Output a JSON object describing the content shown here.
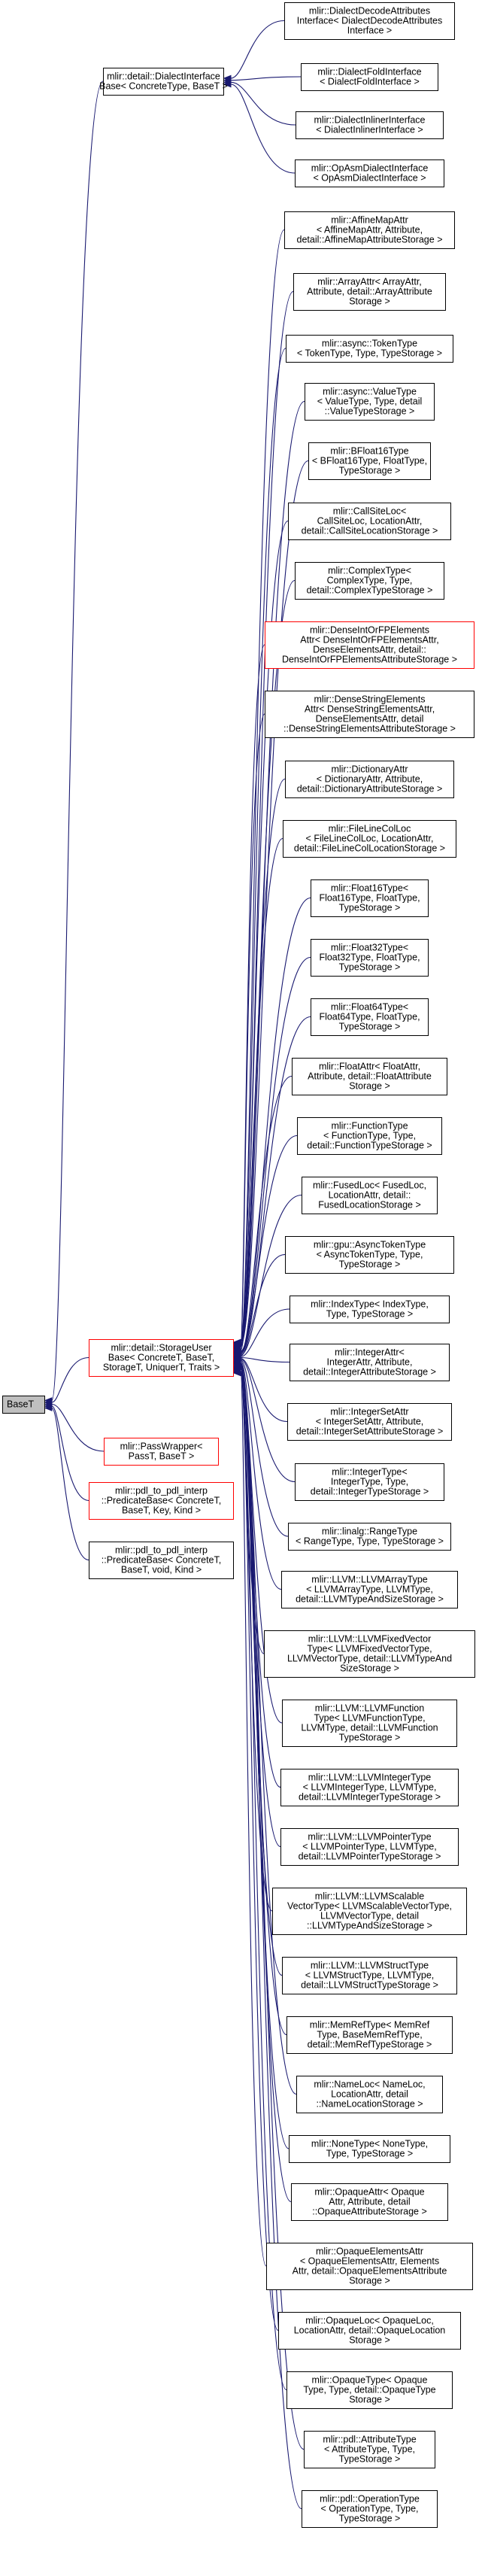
{
  "root": {
    "id": "root",
    "lines": [
      "BaseT"
    ]
  },
  "nodes": [
    {
      "id": "dialect-iface",
      "lines": [
        "mlir::detail::DialectInterface",
        "Base< ConcreteType, BaseT >"
      ],
      "red": false
    },
    {
      "id": "storage-user",
      "lines": [
        "mlir::detail::StorageUser",
        "Base< ConcreteT, BaseT,",
        "StorageT, UniquerT, Traits >"
      ],
      "red": true
    },
    {
      "id": "pass-wrapper",
      "lines": [
        "mlir::PassWrapper<",
        "PassT, BaseT >"
      ],
      "red": true
    },
    {
      "id": "pdl-pred-key",
      "lines": [
        "mlir::pdl_to_pdl_interp",
        "::PredicateBase< ConcreteT,",
        "BaseT, Key, Kind >"
      ],
      "red": true
    },
    {
      "id": "pdl-pred-void",
      "lines": [
        "mlir::pdl_to_pdl_interp",
        "::PredicateBase< ConcreteT,",
        "BaseT, void, Kind >"
      ],
      "red": false
    },
    {
      "id": "d1",
      "lines": [
        "mlir::DialectDecodeAttributes",
        "Interface< DialectDecodeAttributes",
        "Interface >"
      ],
      "red": false
    },
    {
      "id": "d2",
      "lines": [
        "mlir::DialectFoldInterface",
        "< DialectFoldInterface >"
      ],
      "red": false
    },
    {
      "id": "d3",
      "lines": [
        "mlir::DialectInlinerInterface",
        "< DialectInlinerInterface >"
      ],
      "red": false
    },
    {
      "id": "d4",
      "lines": [
        "mlir::OpAsmDialectInterface",
        "< OpAsmDialectInterface >"
      ],
      "red": false
    },
    {
      "id": "s1",
      "lines": [
        "mlir::AffineMapAttr",
        "< AffineMapAttr, Attribute,",
        "detail::AffineMapAttributeStorage >"
      ],
      "red": false
    },
    {
      "id": "s2",
      "lines": [
        "mlir::ArrayAttr< ArrayAttr,",
        "Attribute, detail::ArrayAttribute",
        "Storage >"
      ],
      "red": false
    },
    {
      "id": "s3",
      "lines": [
        "mlir::async::TokenType",
        "< TokenType, Type, TypeStorage >"
      ],
      "red": false
    },
    {
      "id": "s4",
      "lines": [
        "mlir::async::ValueType",
        "< ValueType, Type, detail",
        "::ValueTypeStorage >"
      ],
      "red": false
    },
    {
      "id": "s5",
      "lines": [
        "mlir::BFloat16Type",
        "< BFloat16Type, FloatType,",
        "TypeStorage >"
      ],
      "red": false
    },
    {
      "id": "s6",
      "lines": [
        "mlir::CallSiteLoc<",
        "CallSiteLoc, LocationAttr,",
        "detail::CallSiteLocationStorage >"
      ],
      "red": false
    },
    {
      "id": "s7",
      "lines": [
        "mlir::ComplexType<",
        "ComplexType, Type,",
        "detail::ComplexTypeStorage >"
      ],
      "red": false
    },
    {
      "id": "s8",
      "lines": [
        "mlir::DenseIntOrFPElements",
        "Attr< DenseIntOrFPElementsAttr,",
        "DenseElementsAttr, detail::",
        "DenseIntOrFPElementsAttributeStorage >"
      ],
      "red": true
    },
    {
      "id": "s9",
      "lines": [
        "mlir::DenseStringElements",
        "Attr< DenseStringElementsAttr,",
        "DenseElementsAttr, detail",
        "::DenseStringElementsAttributeStorage >"
      ],
      "red": false
    },
    {
      "id": "s10",
      "lines": [
        "mlir::DictionaryAttr",
        "< DictionaryAttr, Attribute,",
        "detail::DictionaryAttributeStorage >"
      ],
      "red": false
    },
    {
      "id": "s11",
      "lines": [
        "mlir::FileLineColLoc",
        "< FileLineColLoc, LocationAttr,",
        "detail::FileLineColLocationStorage >"
      ],
      "red": false
    },
    {
      "id": "s12",
      "lines": [
        "mlir::Float16Type<",
        "Float16Type, FloatType,",
        "TypeStorage >"
      ],
      "red": false
    },
    {
      "id": "s13",
      "lines": [
        "mlir::Float32Type<",
        "Float32Type, FloatType,",
        "TypeStorage >"
      ],
      "red": false
    },
    {
      "id": "s14",
      "lines": [
        "mlir::Float64Type<",
        "Float64Type, FloatType,",
        "TypeStorage >"
      ],
      "red": false
    },
    {
      "id": "s15",
      "lines": [
        "mlir::FloatAttr< FloatAttr,",
        "Attribute, detail::FloatAttribute",
        "Storage >"
      ],
      "red": false
    },
    {
      "id": "s16",
      "lines": [
        "mlir::FunctionType",
        "< FunctionType, Type,",
        "detail::FunctionTypeStorage >"
      ],
      "red": false
    },
    {
      "id": "s17",
      "lines": [
        "mlir::FusedLoc< FusedLoc,",
        "LocationAttr, detail::",
        "FusedLocationStorage >"
      ],
      "red": false
    },
    {
      "id": "s18",
      "lines": [
        "mlir::gpu::AsyncTokenType",
        "< AsyncTokenType, Type,",
        "TypeStorage >"
      ],
      "red": false
    },
    {
      "id": "s19",
      "lines": [
        "mlir::IndexType< IndexType,",
        "Type, TypeStorage >"
      ],
      "red": false
    },
    {
      "id": "s20",
      "lines": [
        "mlir::IntegerAttr<",
        "IntegerAttr, Attribute,",
        "detail::IntegerAttributeStorage >"
      ],
      "red": false
    },
    {
      "id": "s21",
      "lines": [
        "mlir::IntegerSetAttr",
        "< IntegerSetAttr, Attribute,",
        "detail::IntegerSetAttributeStorage >"
      ],
      "red": false
    },
    {
      "id": "s22",
      "lines": [
        "mlir::IntegerType<",
        "IntegerType, Type,",
        "detail::IntegerTypeStorage >"
      ],
      "red": false
    },
    {
      "id": "s23",
      "lines": [
        "mlir::linalg::RangeType",
        "< RangeType, Type, TypeStorage >"
      ],
      "red": false
    },
    {
      "id": "s24",
      "lines": [
        "mlir::LLVM::LLVMArrayType",
        "< LLVMArrayType, LLVMType,",
        "detail::LLVMTypeAndSizeStorage >"
      ],
      "red": false
    },
    {
      "id": "s25",
      "lines": [
        "mlir::LLVM::LLVMFixedVector",
        "Type< LLVMFixedVectorType,",
        "LLVMVectorType, detail::LLVMTypeAnd",
        "SizeStorage >"
      ],
      "red": false
    },
    {
      "id": "s26",
      "lines": [
        "mlir::LLVM::LLVMFunction",
        "Type< LLVMFunctionType,",
        "LLVMType, detail::LLVMFunction",
        "TypeStorage >"
      ],
      "red": false
    },
    {
      "id": "s27",
      "lines": [
        "mlir::LLVM::LLVMIntegerType",
        "< LLVMIntegerType, LLVMType,",
        "detail::LLVMIntegerTypeStorage >"
      ],
      "red": false
    },
    {
      "id": "s28",
      "lines": [
        "mlir::LLVM::LLVMPointerType",
        "< LLVMPointerType, LLVMType,",
        "detail::LLVMPointerTypeStorage >"
      ],
      "red": false
    },
    {
      "id": "s29",
      "lines": [
        "mlir::LLVM::LLVMScalable",
        "VectorType< LLVMScalableVectorType,",
        "LLVMVectorType, detail",
        "::LLVMTypeAndSizeStorage >"
      ],
      "red": false
    },
    {
      "id": "s30",
      "lines": [
        "mlir::LLVM::LLVMStructType",
        "< LLVMStructType, LLVMType,",
        "detail::LLVMStructTypeStorage >"
      ],
      "red": false
    },
    {
      "id": "s31",
      "lines": [
        "mlir::MemRefType< MemRef",
        "Type, BaseMemRefType,",
        "detail::MemRefTypeStorage >"
      ],
      "red": false
    },
    {
      "id": "s32",
      "lines": [
        "mlir::NameLoc< NameLoc,",
        "LocationAttr, detail",
        "::NameLocationStorage >"
      ],
      "red": false
    },
    {
      "id": "s33",
      "lines": [
        "mlir::NoneType< NoneType,",
        "Type, TypeStorage >"
      ],
      "red": false
    },
    {
      "id": "s34",
      "lines": [
        "mlir::OpaqueAttr< Opaque",
        "Attr, Attribute, detail",
        "::OpaqueAttributeStorage >"
      ],
      "red": false
    },
    {
      "id": "s35",
      "lines": [
        "mlir::OpaqueElementsAttr",
        "< OpaqueElementsAttr, Elements",
        "Attr, detail::OpaqueElementsAttribute",
        "Storage >"
      ],
      "red": false
    },
    {
      "id": "s36",
      "lines": [
        "mlir::OpaqueLoc< OpaqueLoc,",
        "LocationAttr, detail::OpaqueLocation",
        "Storage >"
      ],
      "red": false
    },
    {
      "id": "s37",
      "lines": [
        "mlir::OpaqueType< Opaque",
        "Type, Type, detail::OpaqueType",
        "Storage >"
      ],
      "red": false
    },
    {
      "id": "s38",
      "lines": [
        "mlir::pdl::AttributeType",
        "< AttributeType, Type,",
        "TypeStorage >"
      ],
      "red": false
    },
    {
      "id": "s39",
      "lines": [
        "mlir::pdl::OperationType",
        "< OperationType, Type,",
        "TypeStorage >"
      ],
      "red": false
    }
  ],
  "edges": [
    {
      "from": "dialect-iface",
      "to": "root"
    },
    {
      "from": "storage-user",
      "to": "root"
    },
    {
      "from": "pass-wrapper",
      "to": "root"
    },
    {
      "from": "pdl-pred-key",
      "to": "root"
    },
    {
      "from": "pdl-pred-void",
      "to": "root"
    },
    {
      "from": "d1",
      "to": "dialect-iface"
    },
    {
      "from": "d2",
      "to": "dialect-iface"
    },
    {
      "from": "d3",
      "to": "dialect-iface"
    },
    {
      "from": "d4",
      "to": "dialect-iface"
    },
    {
      "from": "s1",
      "to": "storage-user"
    },
    {
      "from": "s2",
      "to": "storage-user"
    },
    {
      "from": "s3",
      "to": "storage-user"
    },
    {
      "from": "s4",
      "to": "storage-user"
    },
    {
      "from": "s5",
      "to": "storage-user"
    },
    {
      "from": "s6",
      "to": "storage-user"
    },
    {
      "from": "s7",
      "to": "storage-user"
    },
    {
      "from": "s8",
      "to": "storage-user"
    },
    {
      "from": "s9",
      "to": "storage-user"
    },
    {
      "from": "s10",
      "to": "storage-user"
    },
    {
      "from": "s11",
      "to": "storage-user"
    },
    {
      "from": "s12",
      "to": "storage-user"
    },
    {
      "from": "s13",
      "to": "storage-user"
    },
    {
      "from": "s14",
      "to": "storage-user"
    },
    {
      "from": "s15",
      "to": "storage-user"
    },
    {
      "from": "s16",
      "to": "storage-user"
    },
    {
      "from": "s17",
      "to": "storage-user"
    },
    {
      "from": "s18",
      "to": "storage-user"
    },
    {
      "from": "s19",
      "to": "storage-user"
    },
    {
      "from": "s20",
      "to": "storage-user"
    },
    {
      "from": "s21",
      "to": "storage-user"
    },
    {
      "from": "s22",
      "to": "storage-user"
    },
    {
      "from": "s23",
      "to": "storage-user"
    },
    {
      "from": "s24",
      "to": "storage-user"
    },
    {
      "from": "s25",
      "to": "storage-user"
    },
    {
      "from": "s26",
      "to": "storage-user"
    },
    {
      "from": "s27",
      "to": "storage-user"
    },
    {
      "from": "s28",
      "to": "storage-user"
    },
    {
      "from": "s29",
      "to": "storage-user"
    },
    {
      "from": "s30",
      "to": "storage-user"
    },
    {
      "from": "s31",
      "to": "storage-user"
    },
    {
      "from": "s32",
      "to": "storage-user"
    },
    {
      "from": "s33",
      "to": "storage-user"
    },
    {
      "from": "s34",
      "to": "storage-user"
    },
    {
      "from": "s35",
      "to": "storage-user"
    },
    {
      "from": "s36",
      "to": "storage-user"
    },
    {
      "from": "s37",
      "to": "storage-user"
    },
    {
      "from": "s38",
      "to": "storage-user"
    },
    {
      "from": "s39",
      "to": "storage-user"
    }
  ],
  "colors": {
    "edge": "#191970",
    "red_border": "#ff0000",
    "root_fill": "#bfbfbf"
  }
}
